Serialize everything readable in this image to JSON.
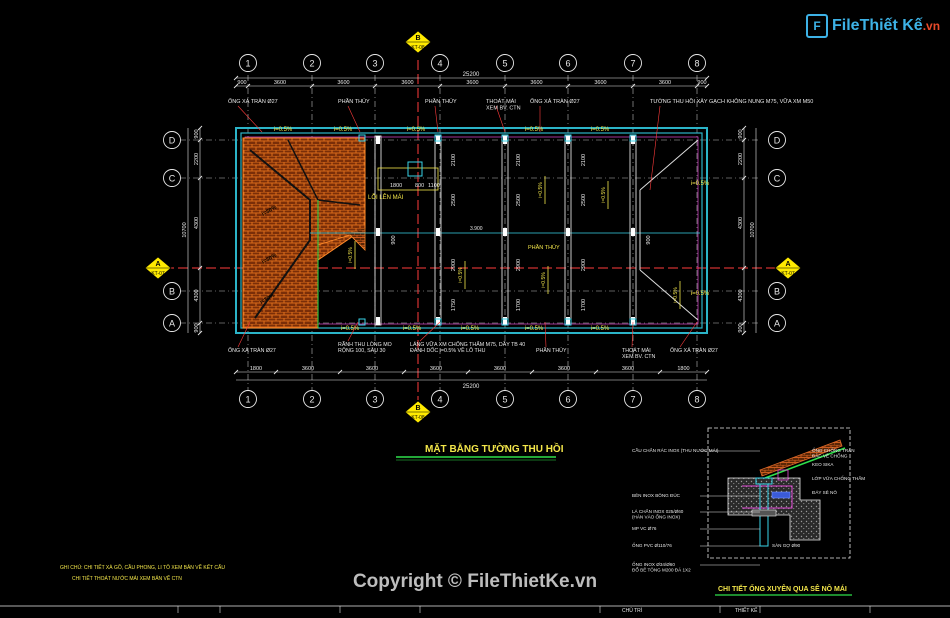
{
  "drawing": {
    "title": "MẶT BẰNG TƯỜNG THU HỒI",
    "overall_dim": "25200",
    "grid_cols": [
      "1",
      "2",
      "3",
      "4",
      "5",
      "6",
      "7",
      "8"
    ],
    "grid_rows": [
      "D",
      "C",
      "B",
      "A"
    ],
    "bay_dims_top": [
      "900",
      "3600",
      "3600",
      "3600",
      "3600",
      "3600",
      "3600",
      "3600",
      "900"
    ],
    "bay_dims_bottom": [
      "1800",
      "3600",
      "3600",
      "3600",
      "3600",
      "3600",
      "3600",
      "1800"
    ],
    "row_dims_left": [
      "900",
      "2200",
      "4300",
      "4300",
      "900"
    ],
    "total_height_dim": "10700",
    "section_marks": {
      "a_label": "A",
      "a_ref": "KT-07",
      "b_label": "B",
      "b_ref": "KT-08"
    },
    "slope_labels": [
      "i=0.5%",
      "i=0.5%",
      "i=0.5%",
      "i=0.5%",
      "i=0.5%",
      "i=0.5%"
    ],
    "top_notes": [
      "ỐNG XẢ TRÀN Ø27",
      "PHẦN THỦY",
      "PHẦN THỦY",
      "THOÁT MÁI\nXEM BV. CTN",
      "ỐNG XẢ TRÀN Ø27",
      "TƯỜNG THU HỒI XÂY GẠCH KHÔNG NUNG M75, VỮA XM M50"
    ],
    "bottom_notes": [
      "ỐNG XẢ TRÀN Ø27",
      "RÃNH THU LÒNG MO\nRỘNG 100, SÂU 30",
      "LÁNG VỮA XM CHỐNG THẤM M75, DẦY TB 40\nĐÁNH DỐC i=0.5% VỀ LỖ THU",
      "PHẦN THỦY",
      "THOÁT MÁI\nXEM BV. CTN",
      "ỐNG XẢ TRÀN Ø27"
    ],
    "hatch_labels": [
      "i=30%",
      "i=30%",
      "i=30%"
    ],
    "inner_labels": [
      "LỖI LÊN MÁI",
      "PHẦN THỦY"
    ],
    "opening_dims": [
      "1800",
      "800",
      "1100"
    ],
    "level_mark": "3.900"
  },
  "detail": {
    "title": "CHI TIẾT ỐNG XUYÊN QUA SÊ NÔ MÁI",
    "labels": [
      "CẦU CHẮN RÁC INOX (THU NƯỚC MÁI)",
      "KEO SIKA",
      "LỚP VỮA CHỐNG THẤM",
      "ĐÁY SÊ NÔ",
      "BÊN INOX BÔNG ĐÚC",
      "LÁ CHẮN INOX 025/Ø60\n(HÀN VÀO ỐNG INOX)",
      "MP VC Ø76",
      "ỐNG PVC Ø110/76",
      "ỐNG INOX Ø34/Ø60\nĐỔ BÊ TÔNG M200 ĐÁ 1X2",
      "ỐNG CHỐNG TRÀN\nĐẶC VỀ CHỐNG",
      "SÀN GỢ Ø90"
    ]
  },
  "notes": [
    "GHI CHÚ: CHI TIẾT XÀ GỒ, CẦU PHONG, LI TÔ XEM BẢN VẼ KẾT CẤU",
    "CHI TIẾT THOÁT NƯỚC MÁI XEM BẢN VẼ CTN"
  ],
  "watermark": {
    "logo_mark": "F",
    "logo_file": "File",
    "logo_thiet": "Thiết Kế",
    "logo_tld": ".vn",
    "copyright": "Copyright © FileThietKe.vn"
  },
  "titleblock": [
    "CHỦ TRÌ",
    "THIẾT KẾ"
  ],
  "colors": {
    "bg": "#000000",
    "wall": "#2bb4c8",
    "grid_line": "#bbbbbb",
    "axis_red": "#ff3b3b",
    "dim_white": "#e8e8e8",
    "hatch_brick": "#d86a1a",
    "hatch_yellow": "#e6d13a",
    "label_yellow": "#f3e64a",
    "text_cyan": "#39d3e8",
    "green": "#2fe04a",
    "magenta": "#e14bd6",
    "section_fill": "#ffea00",
    "axis_dim": "#00e0ff"
  }
}
